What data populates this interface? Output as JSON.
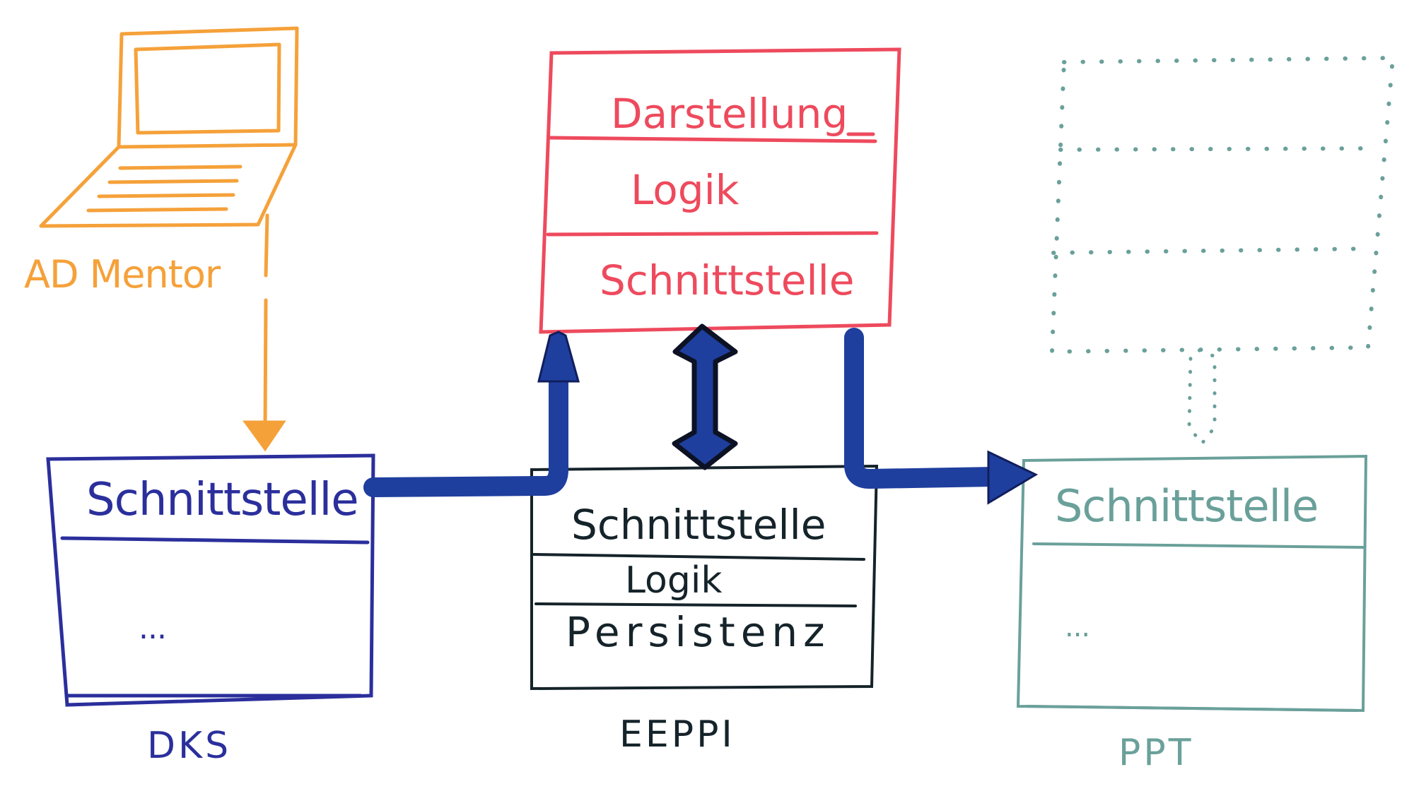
{
  "colors": {
    "orange": "#f5a13a",
    "red": "#ee4a5d",
    "blue": "#2b2f9c",
    "dark_blue_arrow": "#1f3f9e",
    "black": "#15232a",
    "teal": "#6aa09a"
  },
  "admentor": {
    "label": "AD Mentor",
    "icon": "laptop-icon"
  },
  "top_box": {
    "rows": [
      "Darstellung",
      "Logik",
      "Schnittstelle"
    ]
  },
  "dks": {
    "rows": [
      "Schnittstelle",
      "..."
    ],
    "caption": "DKS"
  },
  "eeppi": {
    "rows": [
      "Schnittstelle",
      "Logik",
      "Persistenz"
    ],
    "caption": "EEPPI"
  },
  "ppt": {
    "rows": [
      "Schnittstelle",
      "..."
    ],
    "caption": "PPT"
  }
}
